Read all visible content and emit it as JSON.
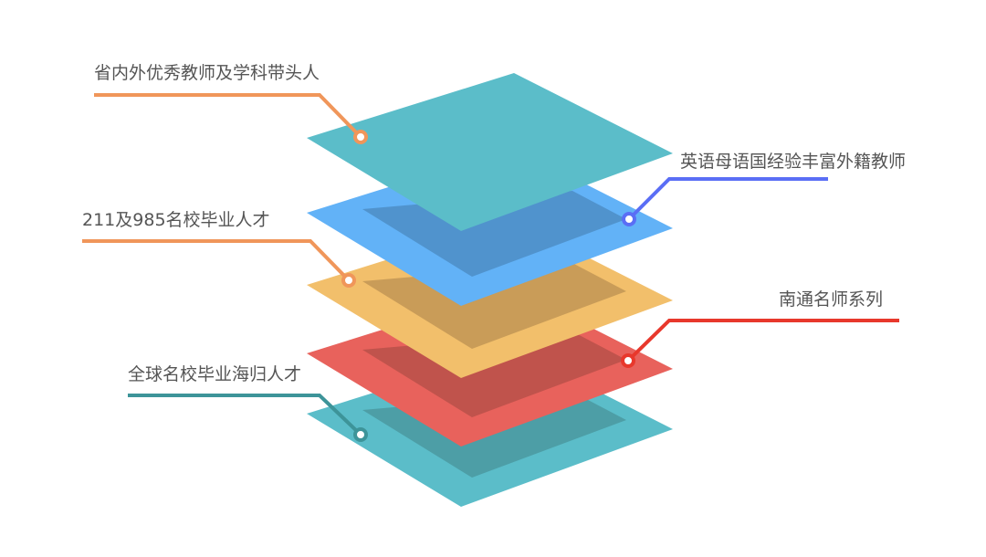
{
  "layers": [
    {
      "name": "top",
      "color": "#5bbdc9",
      "inner": null
    },
    {
      "name": "blue",
      "color": "#62b2f7",
      "inner": "#5093cd"
    },
    {
      "name": "yellow",
      "color": "#f2bf6b",
      "inner": "#c99c58"
    },
    {
      "name": "red",
      "color": "#e8625c",
      "inner": "#c0534c"
    },
    {
      "name": "teal",
      "color": "#5bbdc9",
      "inner": "#4d9ea6"
    }
  ],
  "callouts": [
    {
      "text": "省内外优秀教师及学科带头人",
      "color": "#f0965a"
    },
    {
      "text": "英语母语国经验丰富外籍教师",
      "color": "#5a6ef5"
    },
    {
      "text": "211及985名校毕业人才",
      "color": "#f0965a"
    },
    {
      "text": "南通名师系列",
      "color": "#e8382c"
    },
    {
      "text": "全球名校毕业海归人才",
      "color": "#3d9499"
    }
  ]
}
